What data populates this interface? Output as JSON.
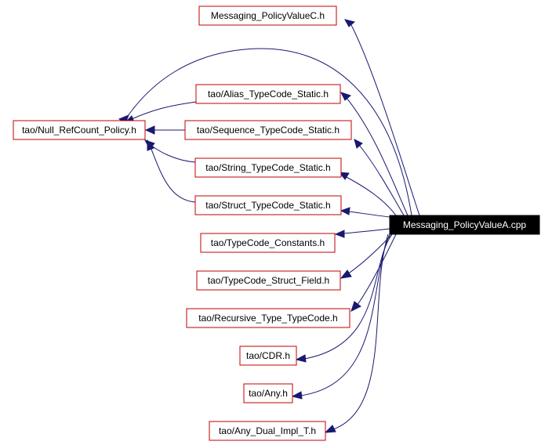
{
  "root": {
    "label": "Messaging_PolicyValueA.cpp"
  },
  "nodes": {
    "policyvaluec": "Messaging_PolicyValueC.h",
    "null_refcount": "tao/Null_RefCount_Policy.h",
    "alias": "tao/Alias_TypeCode_Static.h",
    "sequence": "tao/Sequence_TypeCode_Static.h",
    "string": "tao/String_TypeCode_Static.h",
    "struct": "tao/Struct_TypeCode_Static.h",
    "constants": "tao/TypeCode_Constants.h",
    "struct_field": "tao/TypeCode_Struct_Field.h",
    "recursive": "tao/Recursive_Type_TypeCode.h",
    "cdr": "tao/CDR.h",
    "any": "tao/Any.h",
    "any_dual": "tao/Any_Dual_Impl_T.h"
  },
  "colors": {
    "node_border": "#c00000",
    "root_fill": "#000000",
    "root_text": "#ffffff",
    "edge": "#191970"
  }
}
